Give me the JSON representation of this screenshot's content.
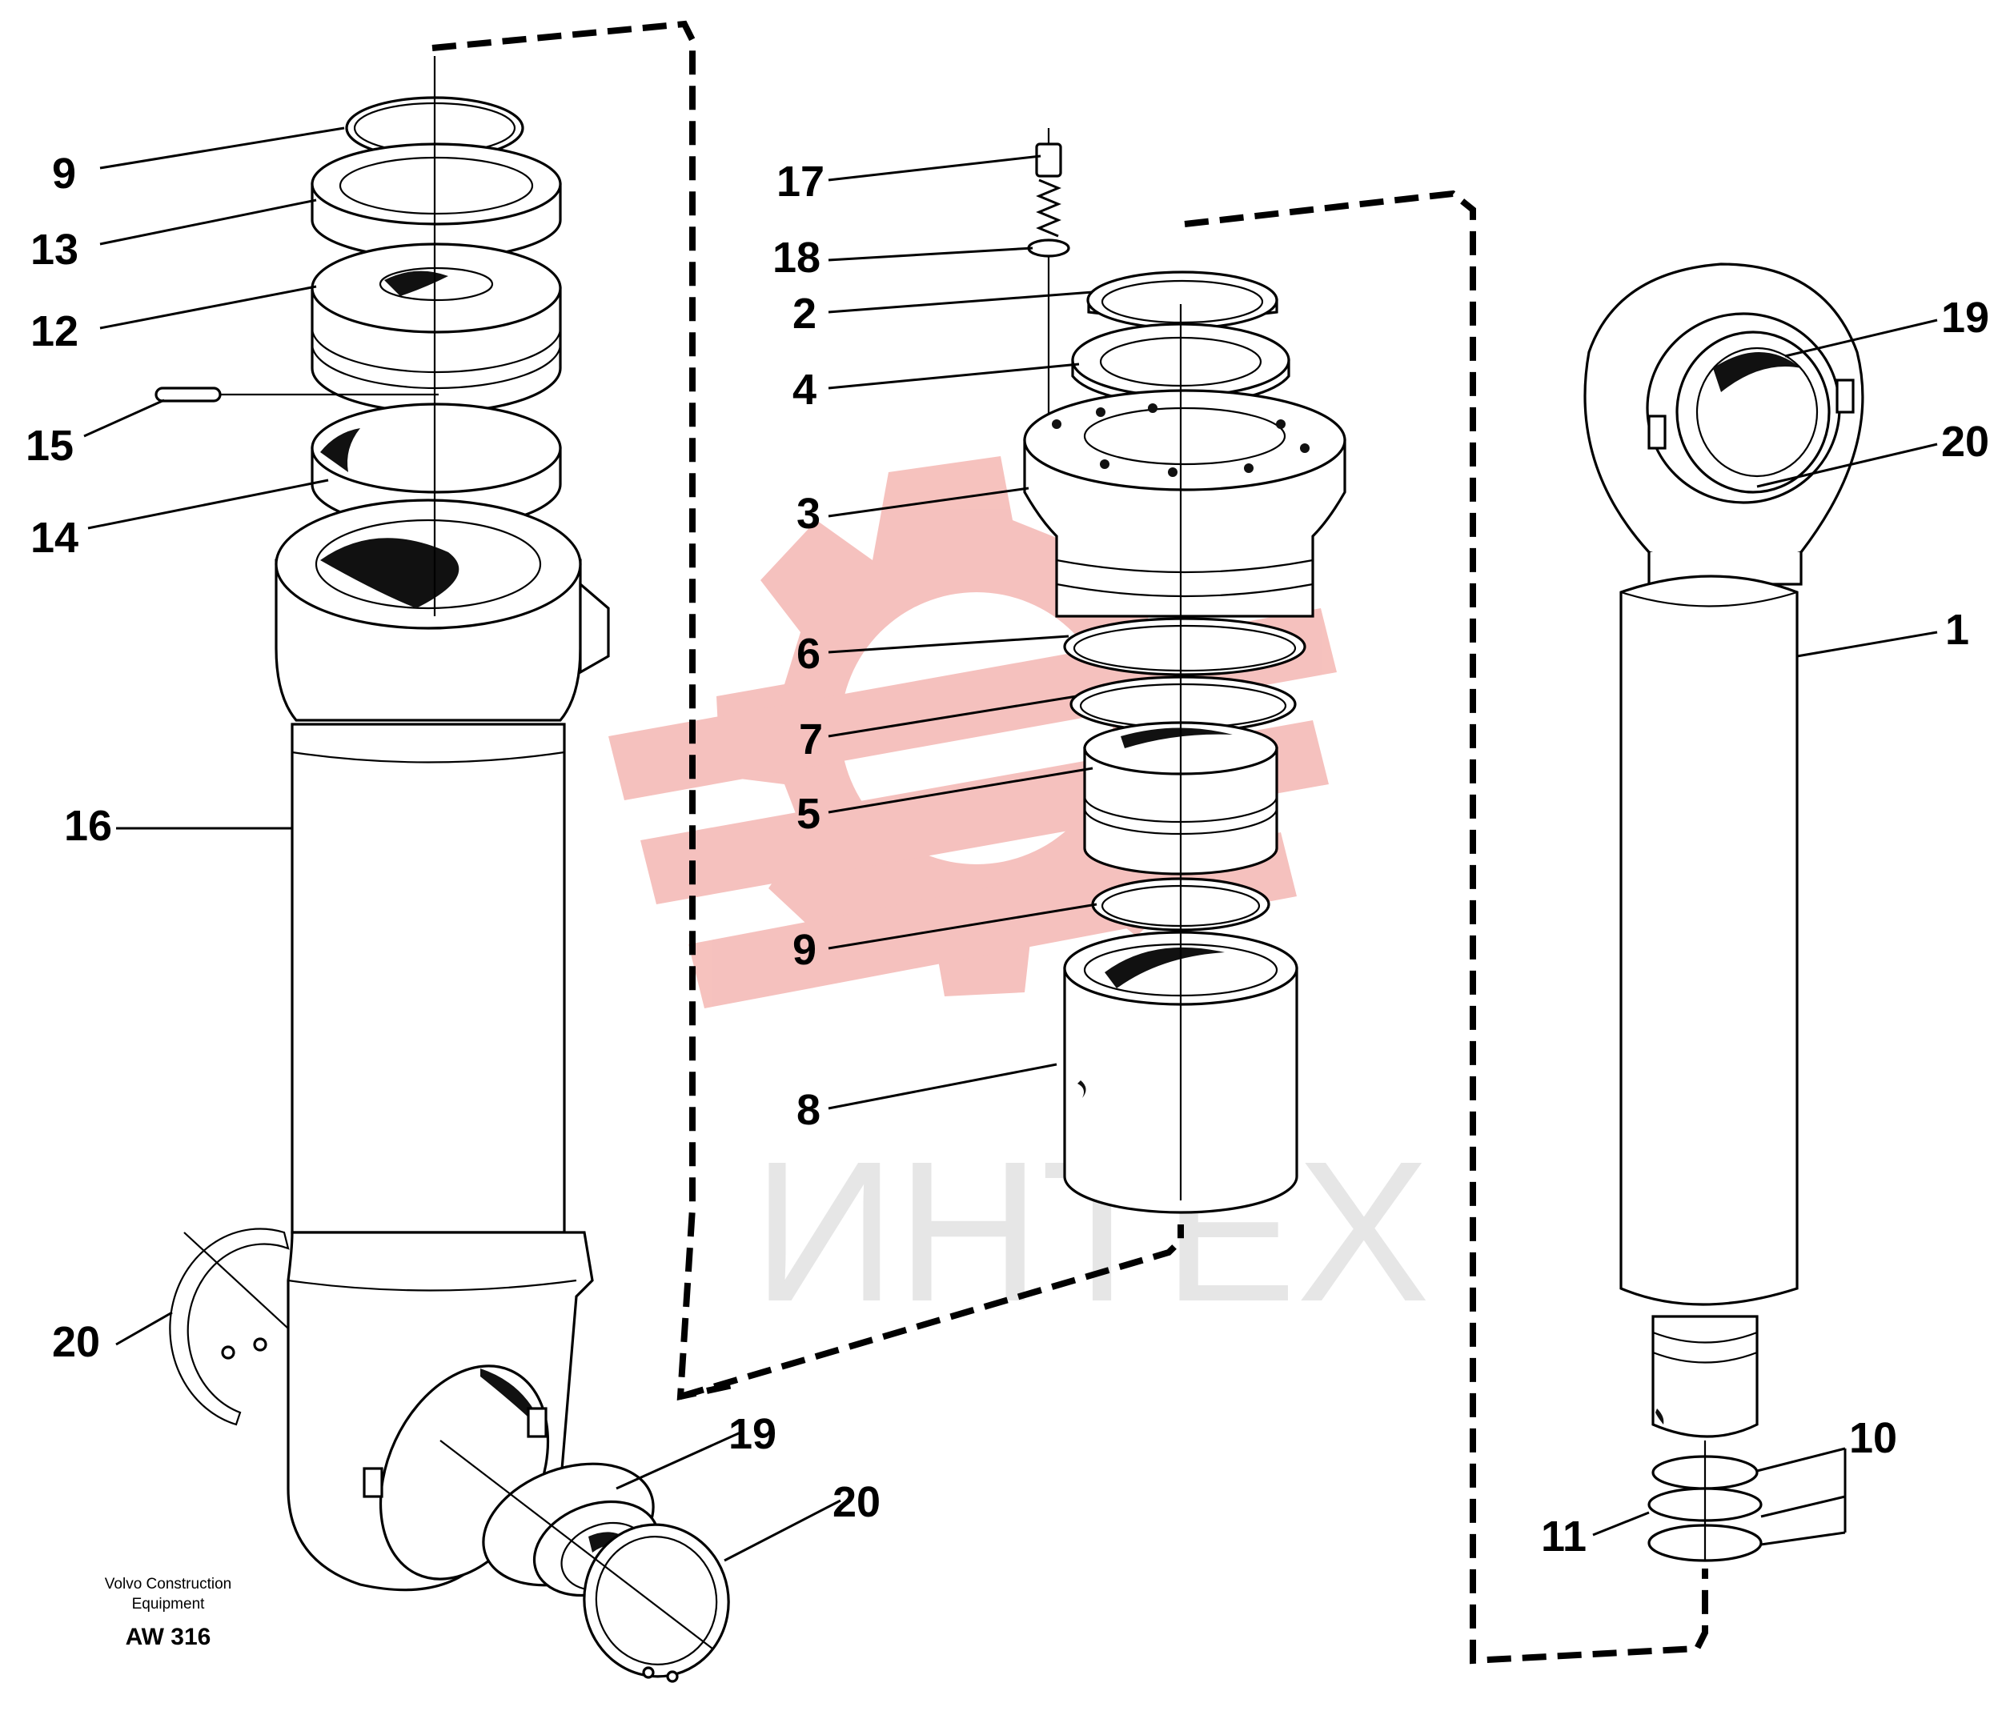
{
  "watermark": {
    "text": "ИНТЕХ",
    "logo": "intex-gear-logo",
    "color": "#f4b7b3",
    "text_color": "#e6e6e6"
  },
  "caption": {
    "line1": "Volvo Construction",
    "line2": "Equipment",
    "code": "AW 316"
  },
  "labels": {
    "l9a": "9",
    "l13": "13",
    "l12": "12",
    "l15": "15",
    "l14": "14",
    "l16": "16",
    "l20a": "20",
    "l19a": "19",
    "l20b": "20",
    "l17": "17",
    "l18": "18",
    "l2": "2",
    "l4": "4",
    "l3": "3",
    "l6": "6",
    "l7": "7",
    "l5": "5",
    "l9b": "9",
    "l8": "8",
    "l19b": "19",
    "l20c": "20",
    "l1": "1",
    "l10": "10",
    "l11": "11"
  }
}
